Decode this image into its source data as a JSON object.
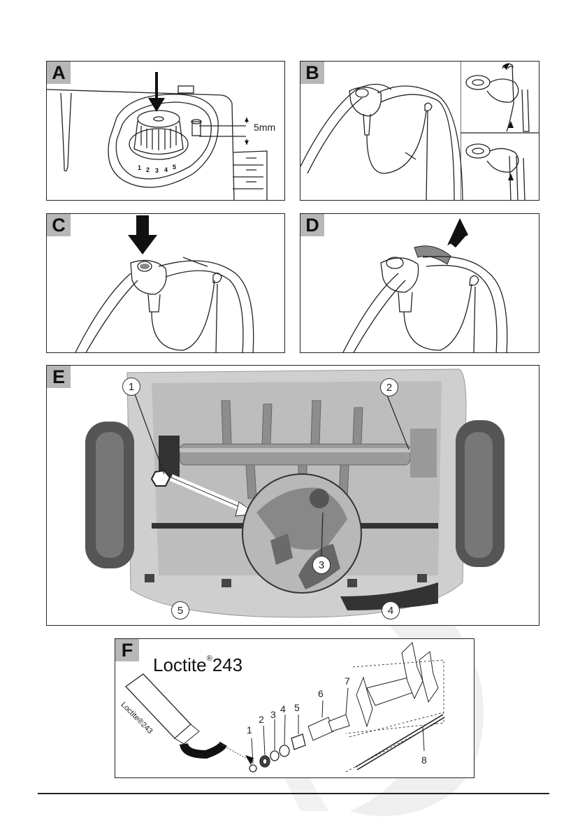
{
  "panels": {
    "a": {
      "badge": "A",
      "measure": "5mm",
      "dial_numbers": [
        "1",
        "2",
        "3",
        "4",
        "5"
      ]
    },
    "b": {
      "badge": "B"
    },
    "c": {
      "badge": "C"
    },
    "d": {
      "badge": "D"
    },
    "e": {
      "badge": "E",
      "callouts": [
        "1",
        "2",
        "3",
        "4",
        "5"
      ]
    },
    "f": {
      "badge": "F",
      "product_name": "Loctite",
      "product_reg": "®",
      "product_number": "243",
      "tube_text": "Loctite®243",
      "parts": [
        "1",
        "2",
        "3",
        "4",
        "5",
        "6",
        "7",
        "8"
      ]
    }
  },
  "colors": {
    "badge_bg": "#b7b7b7",
    "line": "#222222",
    "photo_grey": "#c9c9c9",
    "watermark": "#efefef"
  }
}
